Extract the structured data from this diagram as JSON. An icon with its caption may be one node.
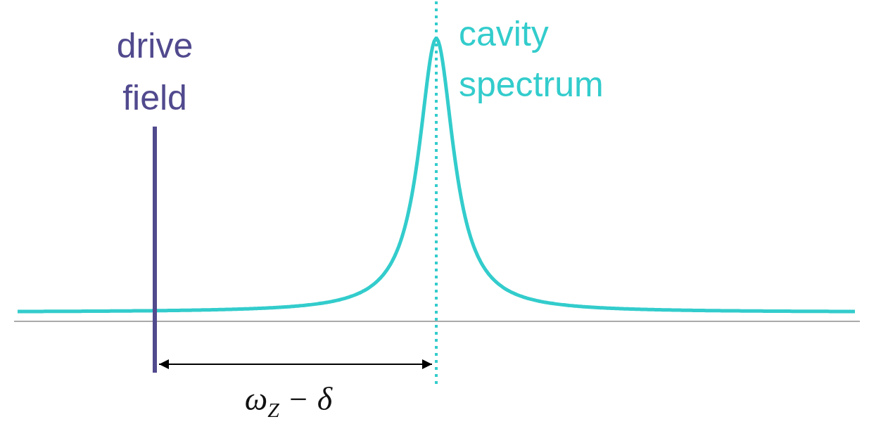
{
  "diagram": {
    "labels": [
      "drive field",
      "cavity spectrum",
      "ω$_{Z}$ − δ"
    ]
  }
}
